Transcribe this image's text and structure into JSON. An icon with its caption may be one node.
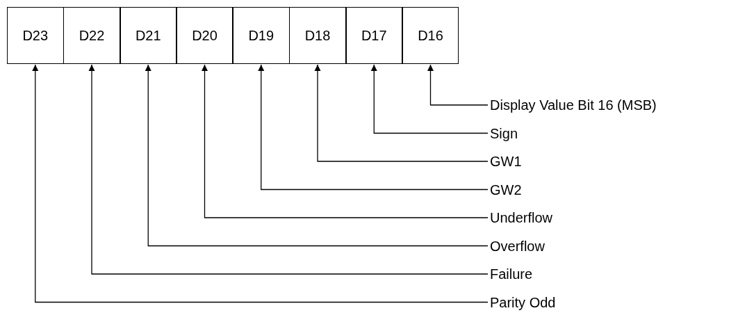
{
  "diagram": {
    "nodes": [
      {
        "text": [
          "D23"
        ]
      },
      {
        "text": [
          "D22"
        ]
      },
      {
        "text": [
          "D21"
        ]
      },
      {
        "text": [
          "D20"
        ]
      },
      {
        "text": [
          "D19"
        ]
      },
      {
        "text": [
          "D18"
        ]
      },
      {
        "text": [
          "D17"
        ]
      },
      {
        "text": [
          "D16"
        ]
      },
      {
        "text": [
          "Display Value Bit 16 (MSB)"
        ]
      },
      {
        "text": [
          "Sign"
        ]
      },
      {
        "text": [
          "GW1"
        ]
      },
      {
        "text": [
          "GW2"
        ]
      },
      {
        "text": [
          "Underflow"
        ]
      },
      {
        "text": [
          "Overflow"
        ]
      },
      {
        "text": [
          "Failure"
        ]
      },
      {
        "text": [
          "Parity Odd"
        ]
      }
    ],
    "edges": [
      {
        "from": 8,
        "to": 7,
        "arrow": "to"
      },
      {
        "from": 9,
        "to": 6,
        "arrow": "to"
      },
      {
        "from": 10,
        "to": 5,
        "arrow": "to"
      },
      {
        "from": 11,
        "to": 4,
        "arrow": "to"
      },
      {
        "from": 12,
        "to": 3,
        "arrow": "to"
      },
      {
        "from": 13,
        "to": 2,
        "arrow": "to"
      },
      {
        "from": 14,
        "to": 1,
        "arrow": "to"
      },
      {
        "from": 15,
        "to": 0,
        "arrow": "to"
      }
    ]
  }
}
